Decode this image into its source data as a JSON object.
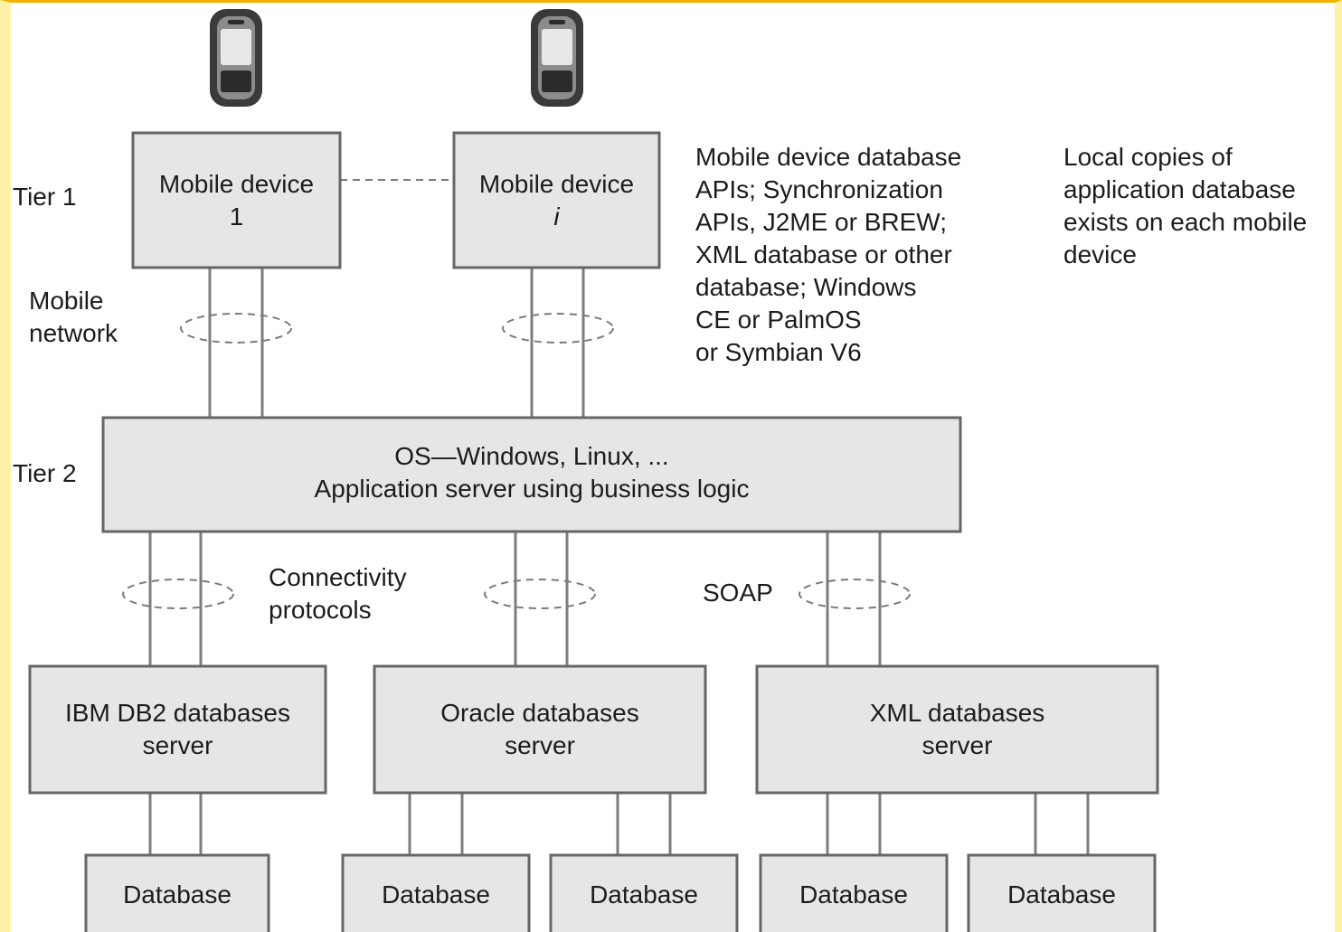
{
  "tiers": {
    "tier1": "Tier 1",
    "tier2": "Tier 2"
  },
  "network_label": [
    "Mobile",
    "network"
  ],
  "mobile_device_1": [
    "Mobile device",
    "1"
  ],
  "mobile_device_i": [
    "Mobile device",
    "i"
  ],
  "apis_note": [
    "Mobile device database",
    "APIs; Synchronization",
    "APIs, J2ME or BREW;",
    "XML database or other",
    "database; Windows",
    "CE or PalmOS",
    "or Symbian V6"
  ],
  "local_copies_note": [
    "Local copies of",
    "application database",
    "exists on each mobile",
    "device"
  ],
  "app_server": [
    "OS—Windows, Linux, ...",
    "Application server using business logic"
  ],
  "connectivity_label": [
    "Connectivity",
    "protocols"
  ],
  "soap_label": "SOAP",
  "db_servers": [
    [
      "IBM DB2 databases",
      "server"
    ],
    [
      "Oracle databases",
      "server"
    ],
    [
      "XML databases",
      "server"
    ]
  ],
  "databases": [
    "Database",
    "Database",
    "Database",
    "Database",
    "Database"
  ],
  "colors": {
    "box_fill": "#e6e6e6",
    "box_stroke": "#666666",
    "frame_side": "#fff2a8",
    "frame_top": "#f2b100"
  },
  "icons": [
    "mobile-phone-icon",
    "mobile-phone-icon"
  ]
}
